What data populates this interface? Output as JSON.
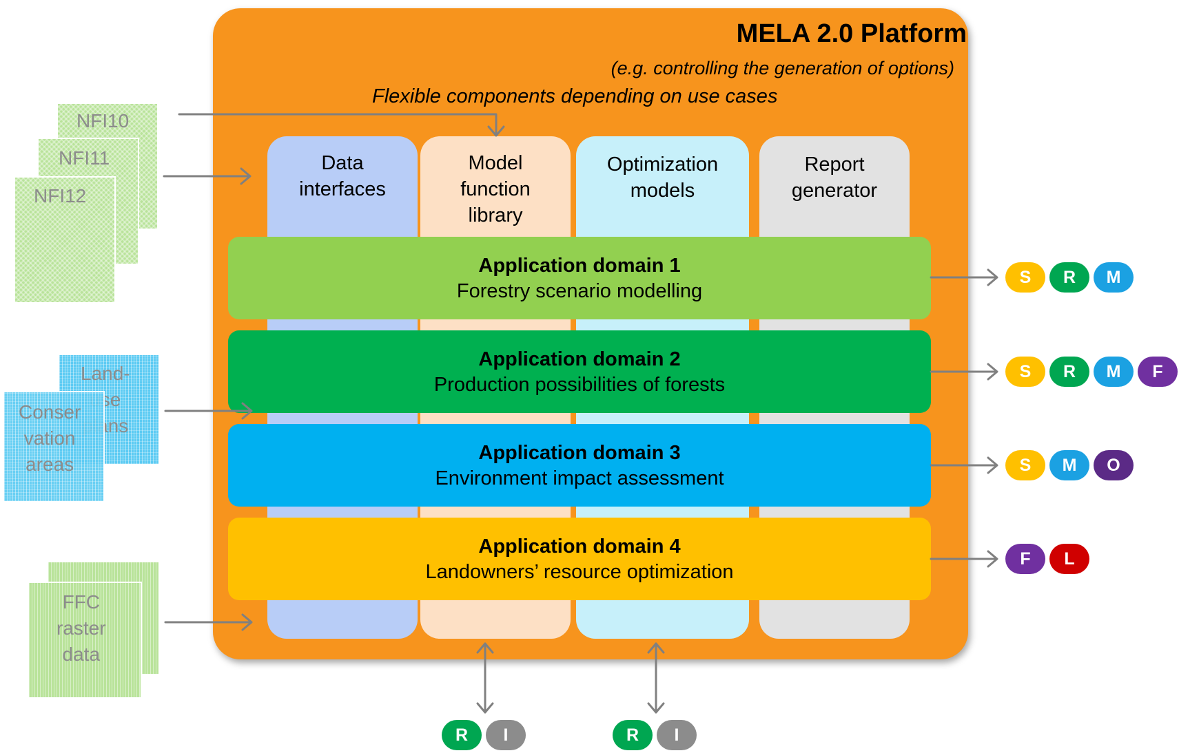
{
  "platform": {
    "title": "MELA 2.0 Platform",
    "subtitle": "(e.g. controlling the generation of options)",
    "flex_label": "Flexible components depending on use cases"
  },
  "columns": [
    {
      "label": "Data\ninterfaces"
    },
    {
      "label": "Model\nfunction\nlibrary"
    },
    {
      "label": "Optimization\nmodels"
    },
    {
      "label": "Report\ngenerator"
    }
  ],
  "domains": [
    {
      "title": "Application domain 1",
      "subtitle": "Forestry scenario modelling",
      "badges": [
        "S",
        "R",
        "M"
      ]
    },
    {
      "title": "Application domain 2",
      "subtitle": "Production possibilities of forests",
      "badges": [
        "S",
        "R",
        "M",
        "F"
      ]
    },
    {
      "title": "Application domain 3",
      "subtitle": "Environment impact assessment",
      "badges": [
        "S",
        "M",
        "O"
      ]
    },
    {
      "title": "Application domain 4",
      "subtitle": "Landowners’ resource optimization",
      "badges": [
        "F",
        "L"
      ]
    }
  ],
  "inputs": {
    "nfi": [
      "NFI10",
      "NFI11",
      "NFI12"
    ],
    "landuse": "Land-\nuse\nplans",
    "conservation": "Conser\nvation\nareas",
    "ffc": "FFC\nraster\ndata"
  },
  "bottom_badges": {
    "model_library": [
      "R",
      "I"
    ],
    "optimization": [
      "R",
      "I"
    ]
  },
  "colors": {
    "platform": "#f7941d",
    "domain1": "#92d050",
    "domain2": "#00b050",
    "domain3": "#00b0f0",
    "domain4": "#ffc000",
    "arrow": "#808080"
  }
}
